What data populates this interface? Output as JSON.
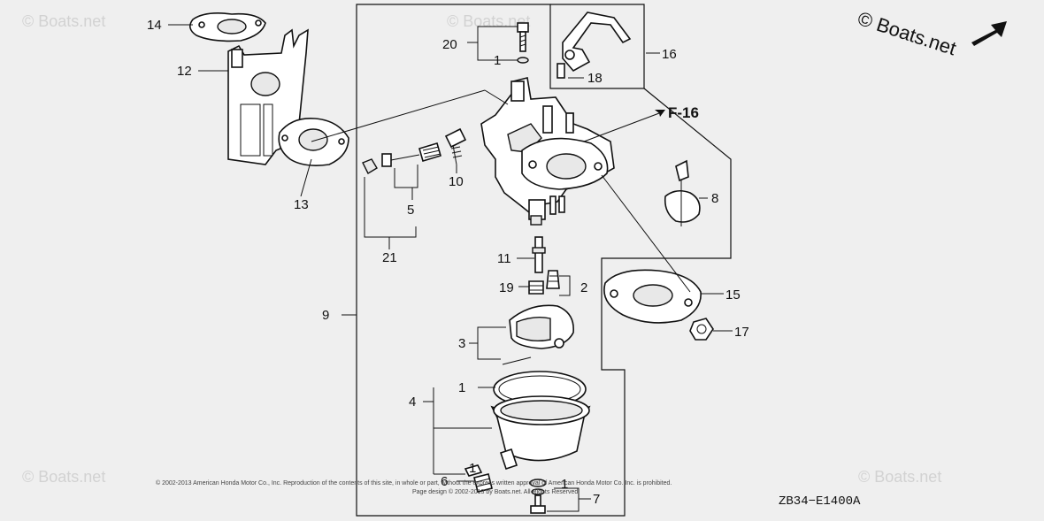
{
  "watermark": "© Boats.net",
  "brand": "© Boats.net",
  "reference_code": "ZB34−E1400A",
  "copyright_line1": "© 2002-2013 American Honda Motor Co., Inc. Reproduction of the contents of this site, in whole or part, without the express written approval of American Honda Motor Co. Inc. is prohibited.",
  "copyright_line2": "Page design © 2002-2013 by Boats.net. All Rights Reserved.",
  "section_ref": "F-16",
  "callouts": {
    "c1a": "1",
    "c1b": "1",
    "c1c": "1",
    "c1d": "1",
    "c2": "2",
    "c3": "3",
    "c4": "4",
    "c5": "5",
    "c6": "6",
    "c7": "7",
    "c8": "8",
    "c9": "9",
    "c10": "10",
    "c11": "11",
    "c12": "12",
    "c13": "13",
    "c14": "14",
    "c15": "15",
    "c16": "16",
    "c17": "17",
    "c18": "18",
    "c19": "19",
    "c20": "20",
    "c21": "21"
  }
}
